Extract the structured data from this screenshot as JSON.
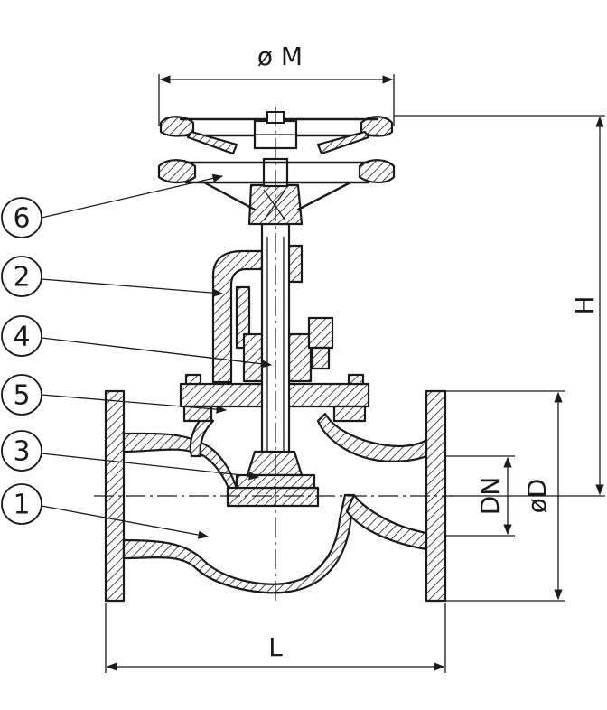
{
  "callouts": [
    {
      "id": "6",
      "label": "6"
    },
    {
      "id": "2",
      "label": "2"
    },
    {
      "id": "4",
      "label": "4"
    },
    {
      "id": "5",
      "label": "5"
    },
    {
      "id": "3",
      "label": "3"
    },
    {
      "id": "1",
      "label": "1"
    }
  ],
  "dimensions": {
    "handwheel_diameter": "ø M",
    "height": "H",
    "nominal_diameter": "DN",
    "flange_diameter": "øD",
    "length": "L"
  }
}
